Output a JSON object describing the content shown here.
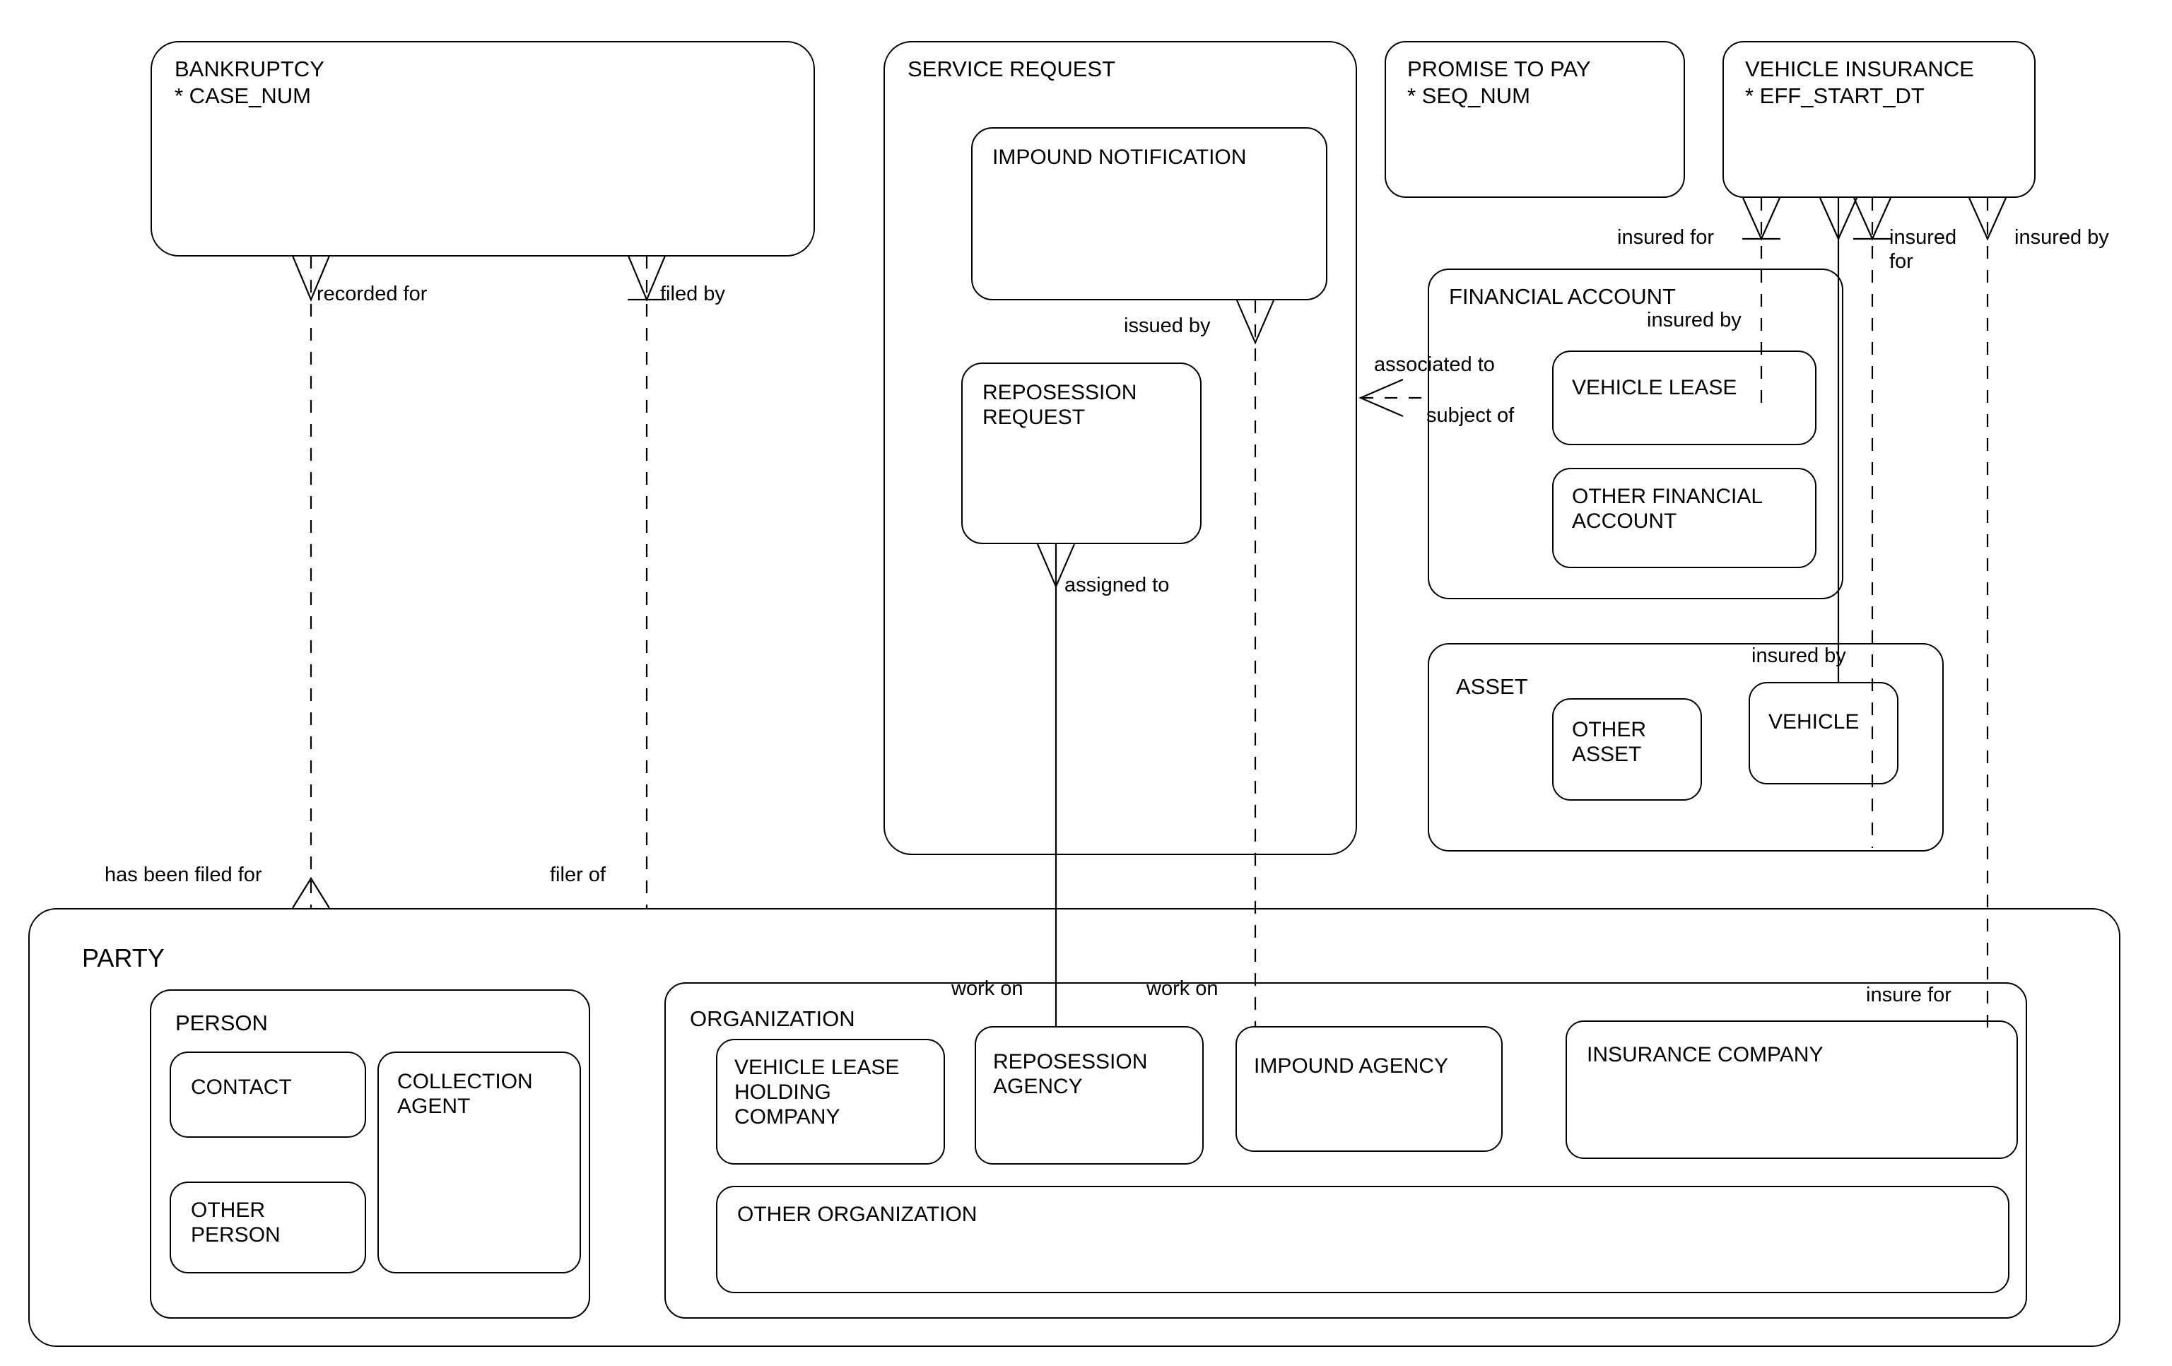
{
  "diagram": {
    "kind": "entity-relationship-diagram",
    "title": "",
    "line_color": "#000000",
    "background": "#ffffff"
  },
  "entities": {
    "bankruptcy": {
      "name": "BANKRUPTCY",
      "attribute": "*  CASE_NUM"
    },
    "service_request": {
      "name": "SERVICE REQUEST"
    },
    "impound_notification": {
      "name": "IMPOUND NOTIFICATION"
    },
    "reposession_request": {
      "name": "REPOSESSION\nREQUEST"
    },
    "promise_to_pay": {
      "name": "PROMISE TO PAY",
      "attribute": "*  SEQ_NUM"
    },
    "vehicle_insurance": {
      "name": "VEHICLE INSURANCE",
      "attribute": "*  EFF_START_DT"
    },
    "financial_account": {
      "name": "FINANCIAL ACCOUNT"
    },
    "vehicle_lease": {
      "name": "VEHICLE  LEASE"
    },
    "other_financial_account": {
      "name": "OTHER FINANCIAL\nACCOUNT"
    },
    "asset": {
      "name": "ASSET"
    },
    "other_asset": {
      "name": "OTHER\nASSET"
    },
    "vehicle": {
      "name": "VEHICLE"
    },
    "party": {
      "name": "PARTY"
    },
    "person": {
      "name": "PERSON"
    },
    "contact": {
      "name": "CONTACT"
    },
    "collection_agent": {
      "name": "COLLECTION\nAGENT"
    },
    "other_person": {
      "name": "OTHER\nPERSON"
    },
    "organization": {
      "name": "ORGANIZATION"
    },
    "vehicle_lease_holding_company": {
      "name": "VEHICLE LEASE\nHOLDING\nCOMPANY"
    },
    "reposession_agency": {
      "name": "REPOSESSION\nAGENCY"
    },
    "impound_agency": {
      "name": "IMPOUND AGENCY"
    },
    "insurance_company": {
      "name": "INSURANCE COMPANY"
    },
    "other_organization": {
      "name": "OTHER ORGANIZATION"
    }
  },
  "relationship_labels": {
    "recorded_for": "recorded for",
    "filed_by": "filed by",
    "has_been_filed_for": "has been filed for",
    "filer_of": "filer of",
    "issued_by": "issued by",
    "assigned_to": "assigned to",
    "associated_to": "associated to",
    "subject_of": "subject of",
    "insured_for_1": "insured for",
    "insured_for_2": "insured\nfor",
    "insured_by_fa": "insured by",
    "insured_by_asset": "insured by",
    "insured_by_right": "insured by",
    "work_on_1": "work on",
    "work_on_2": "work on",
    "insure_for": "insure for"
  },
  "chart_data": {
    "type": "diagram",
    "notation": "Barker ERD",
    "relationships": [
      {
        "from": "BANKRUPTCY",
        "to": "PARTY",
        "from_label": "recorded for",
        "to_label": "has been filed for",
        "from_end": "crowsfoot-optional",
        "to_end": "crowsfoot"
      },
      {
        "from": "BANKRUPTCY",
        "to": "PARTY",
        "from_label": "filed by",
        "to_label": "filer of",
        "from_end": "crowsfoot-mandatory",
        "to_end": "line"
      },
      {
        "from": "IMPOUND NOTIFICATION",
        "to": "IMPOUND AGENCY",
        "from_label": "issued by",
        "to_label": "work on",
        "from_end": "crowsfoot",
        "to_end": "line"
      },
      {
        "from": "REPOSESSION REQUEST",
        "to": "REPOSESSION AGENCY",
        "from_label": "assigned to",
        "to_label": "work on",
        "from_end": "crowsfoot",
        "to_end": "line"
      },
      {
        "from": "SERVICE REQUEST",
        "to": "FINANCIAL ACCOUNT",
        "from_label": "associated to",
        "to_label": "subject of",
        "from_end": "crowsfoot",
        "to_end": "line"
      },
      {
        "from": "PROMISE TO PAY",
        "to": "FINANCIAL ACCOUNT",
        "from_label": "insured for",
        "to_label": "insured by",
        "from_end": "crowsfoot-mandatory",
        "to_end": "line"
      },
      {
        "from": "VEHICLE INSURANCE",
        "to": "FINANCIAL ACCOUNT",
        "from_label": "insured for",
        "to_label": "insured by",
        "from_end": "crowsfoot-mandatory",
        "to_end": "line"
      },
      {
        "from": "VEHICLE INSURANCE",
        "to": "VEHICLE",
        "from_label": "insured for",
        "to_label": "insured by",
        "from_end": "crowsfoot-mandatory",
        "to_end": "line"
      },
      {
        "from": "VEHICLE INSURANCE",
        "to": "INSURANCE COMPANY",
        "from_label": "insured by",
        "to_label": "insure for",
        "from_end": "crowsfoot",
        "to_end": "line"
      }
    ]
  }
}
